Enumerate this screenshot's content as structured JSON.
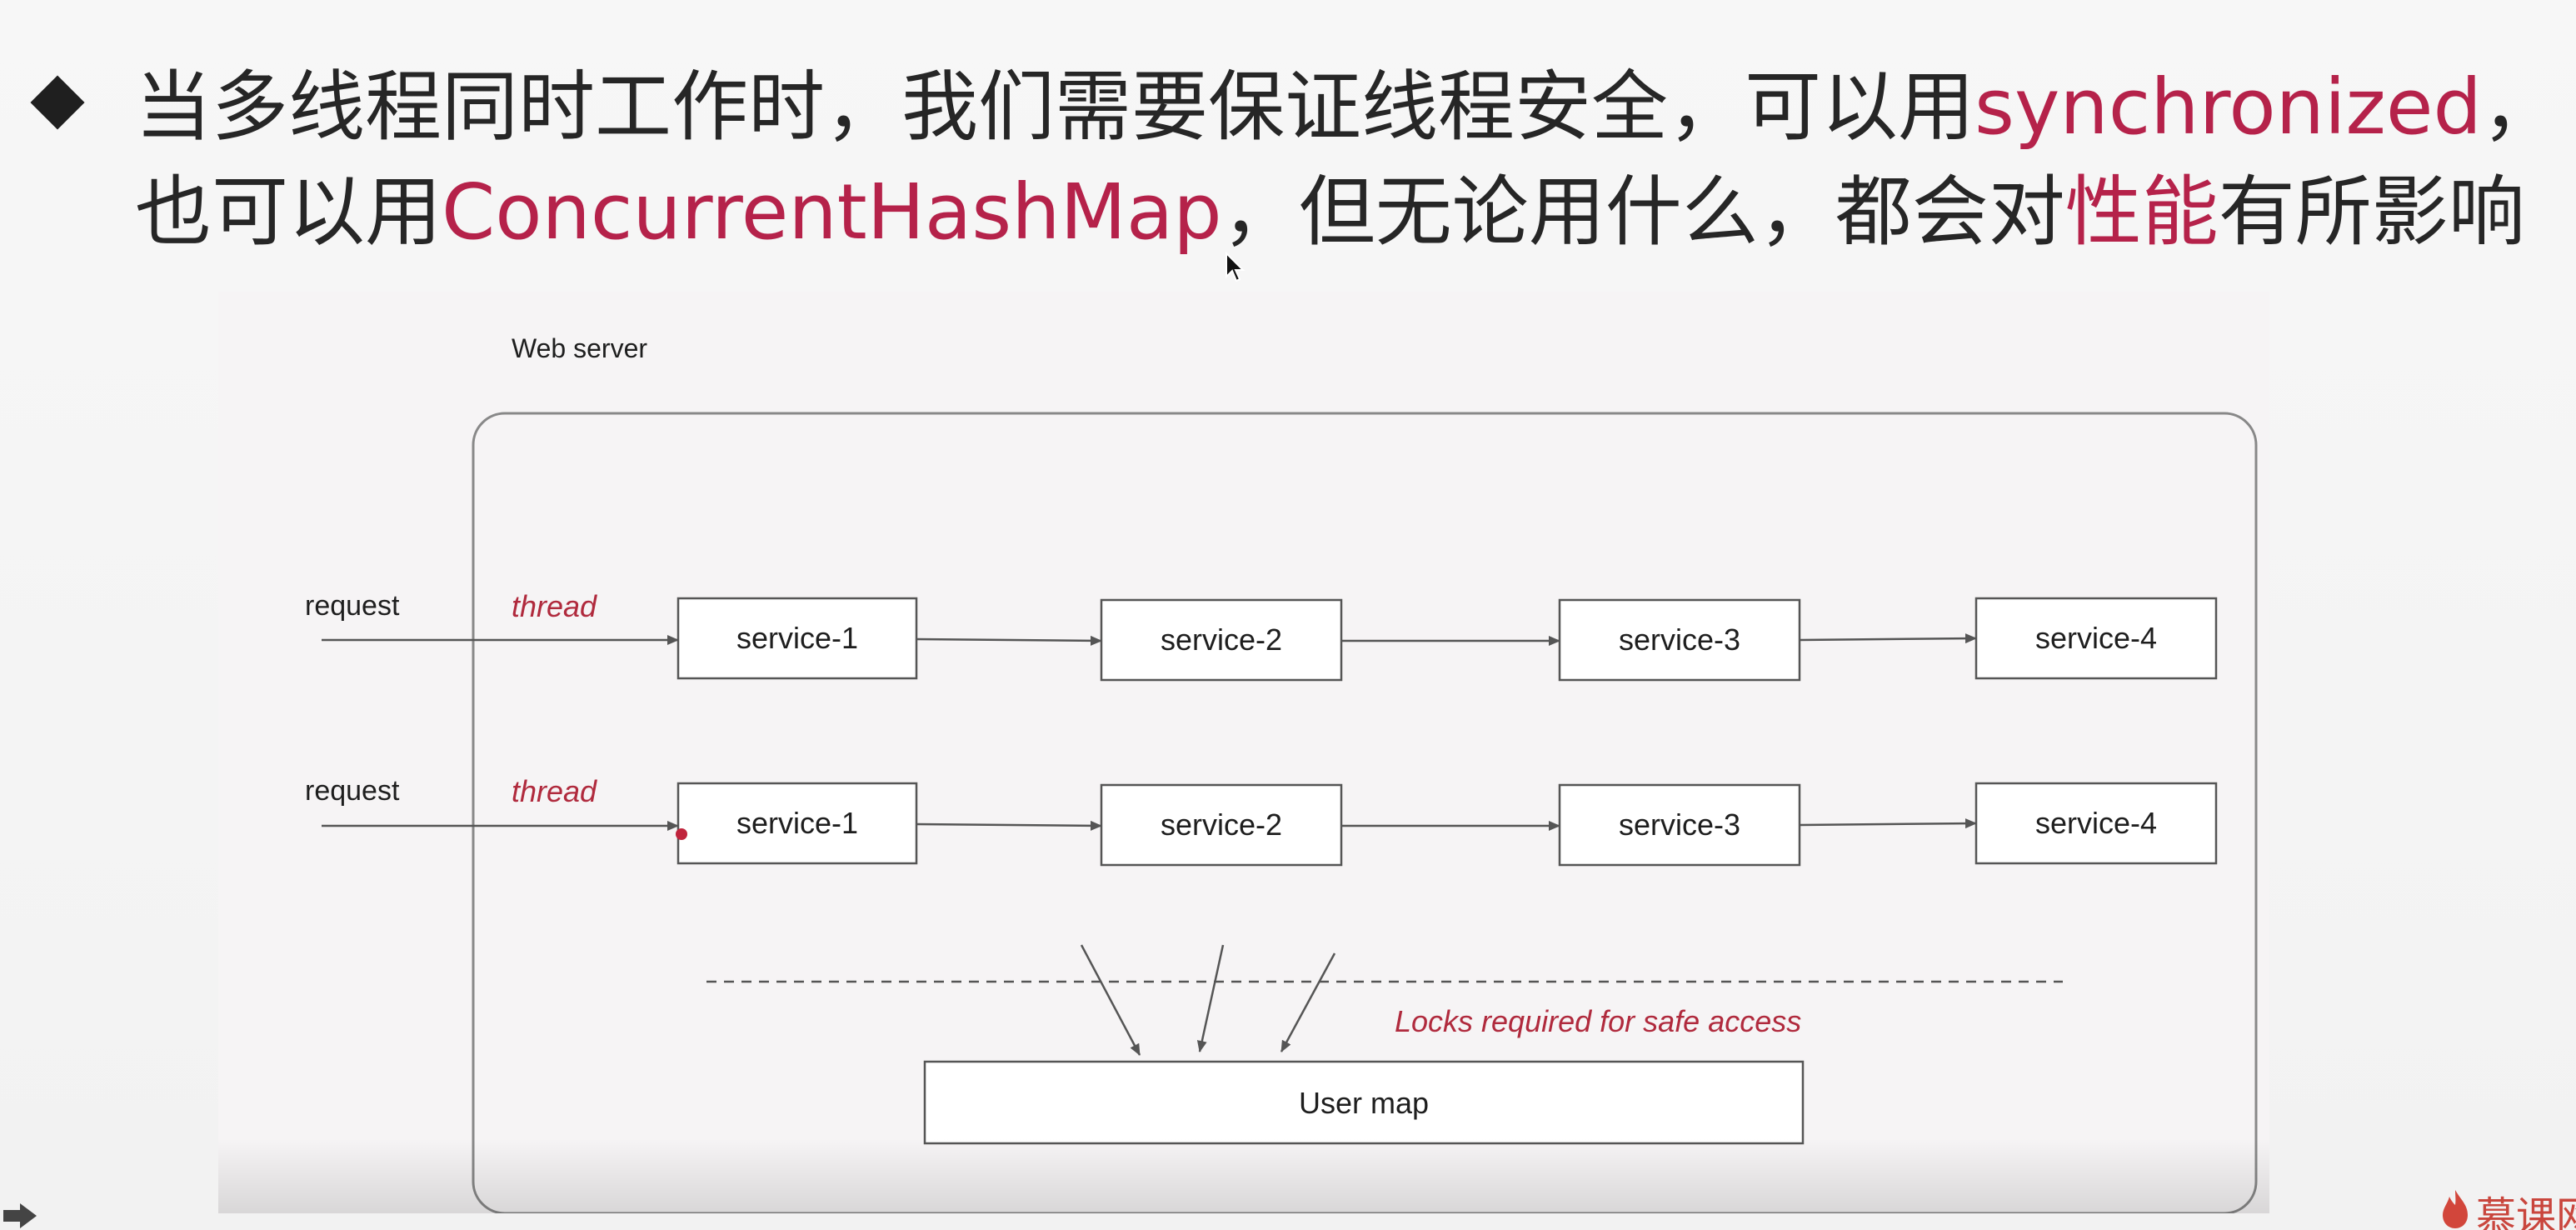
{
  "heading": {
    "line1_prefix": "当多线程同时工作时，我们需要保证线程安全，可以用",
    "line1_highlight": "synchronized",
    "line1_suffix": "，",
    "line2_prefix": "也可以用",
    "line2_highlight": "ConcurrentHashMap",
    "line2_middle": "，但无论用什么，都会对",
    "line2_highlight2": "性能",
    "line2_suffix": "有所影响"
  },
  "diagram": {
    "container_label": "Web server",
    "rows": [
      {
        "request_label": "request",
        "thread_label": "thread",
        "services": [
          "service-1",
          "service-2",
          "service-3",
          "service-4"
        ]
      },
      {
        "request_label": "request",
        "thread_label": "thread",
        "services": [
          "service-1",
          "service-2",
          "service-3",
          "service-4"
        ]
      }
    ],
    "lock_label": "Locks required for safe access",
    "shared_store_label": "User map"
  },
  "logo": {
    "text": "慕课网"
  },
  "colors": {
    "highlight": "#b5224a",
    "annotation": "#b02a3d",
    "text": "#262626"
  }
}
